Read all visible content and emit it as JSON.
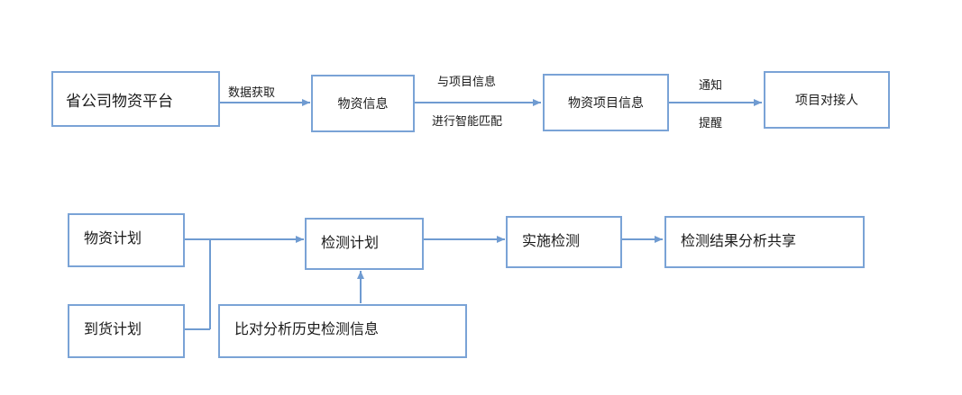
{
  "colors": {
    "line": "#6f9bd1",
    "box_border": "#7aa3d6"
  },
  "top_flow": {
    "boxes": {
      "provincial_platform": "省公司物资平台",
      "material_info": "物资信息",
      "material_project_info": "物资项目信息",
      "project_contact": "项目对接人"
    },
    "labels": {
      "data_fetch": "数据获取",
      "match_line1": "与项目信息",
      "match_line2": "进行智能匹配",
      "notify_line1": "通知",
      "notify_line2": "提醒"
    }
  },
  "bottom_flow": {
    "boxes": {
      "material_plan": "物资计划",
      "arrival_plan": "到货计划",
      "inspection_plan": "检测计划",
      "compare_history": "比对分析历史检测信息",
      "implement_inspection": "实施检测",
      "result_share": "检测结果分析共享"
    }
  }
}
